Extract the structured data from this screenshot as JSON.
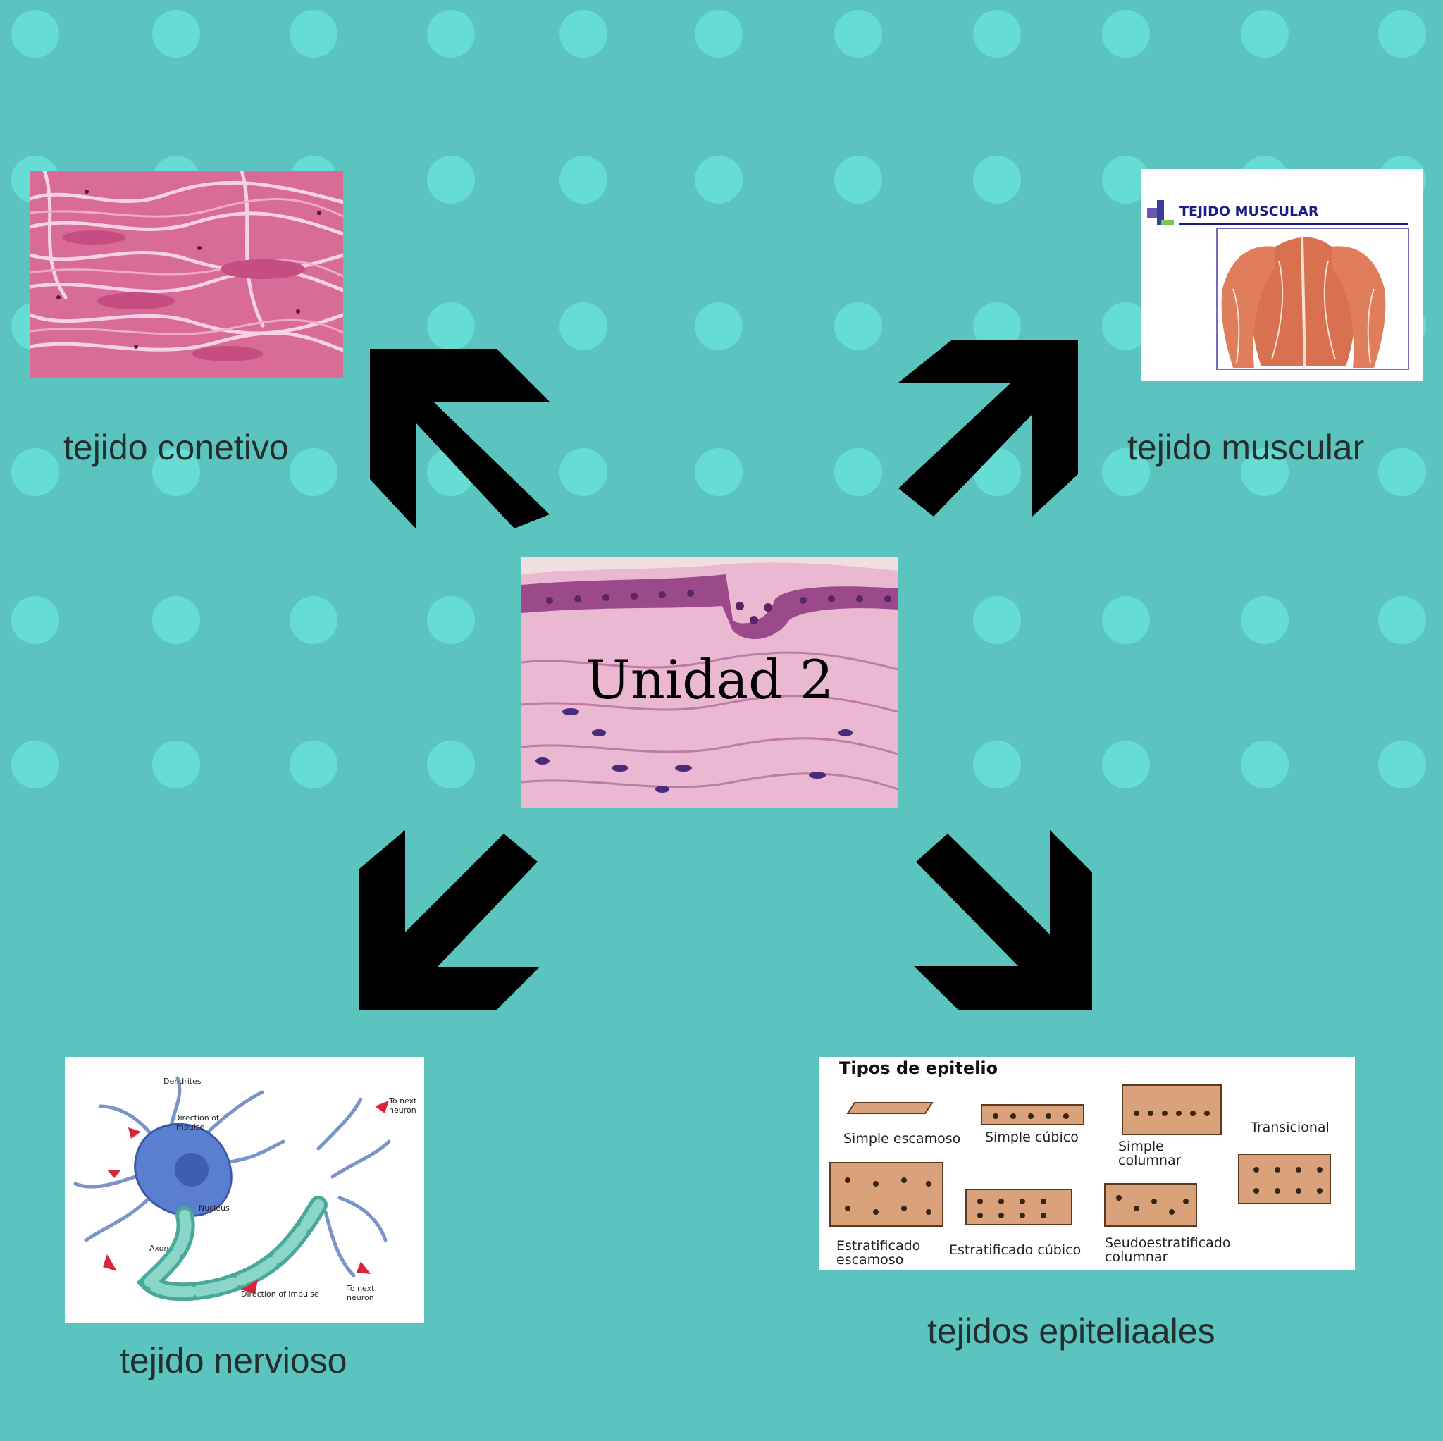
{
  "center": {
    "title": "Unidad 2"
  },
  "nodes": {
    "conectivo": {
      "label": "tejido conetivo"
    },
    "muscular": {
      "label": "tejido muscular",
      "image_heading": "TEJIDO MUSCULAR"
    },
    "nervioso": {
      "label": "tejido nervioso",
      "diagram_labels": {
        "dendrites": "Dendrites",
        "direction1": "Direction of",
        "direction2": "impulse",
        "nucleus": "Nucleus",
        "axon": "Axon",
        "next1": "To next",
        "next2": "neuron",
        "direction_bottom": "Direction of impulse"
      }
    },
    "epitelial": {
      "label": "tejidos epiteliaales",
      "diagram_title": "Tipos de epitelio",
      "types": {
        "simple_escamoso": "Simple escamoso",
        "simple_cubico": "Simple cúbico",
        "simple_columnar1": "Simple",
        "simple_columnar2": "columnar",
        "transicional": "Transicional",
        "estrat_escamoso1": "Estratificado",
        "estrat_escamoso2": "escamoso",
        "estrat_cubico": "Estratificado cúbico",
        "seudo1": "Seudoestratificado",
        "seudo2": "columnar"
      }
    }
  },
  "colors": {
    "background": "#5cc4be",
    "dots": "#66ddd3",
    "arrows": "#000000",
    "tissue_pink": "#e58aae"
  }
}
